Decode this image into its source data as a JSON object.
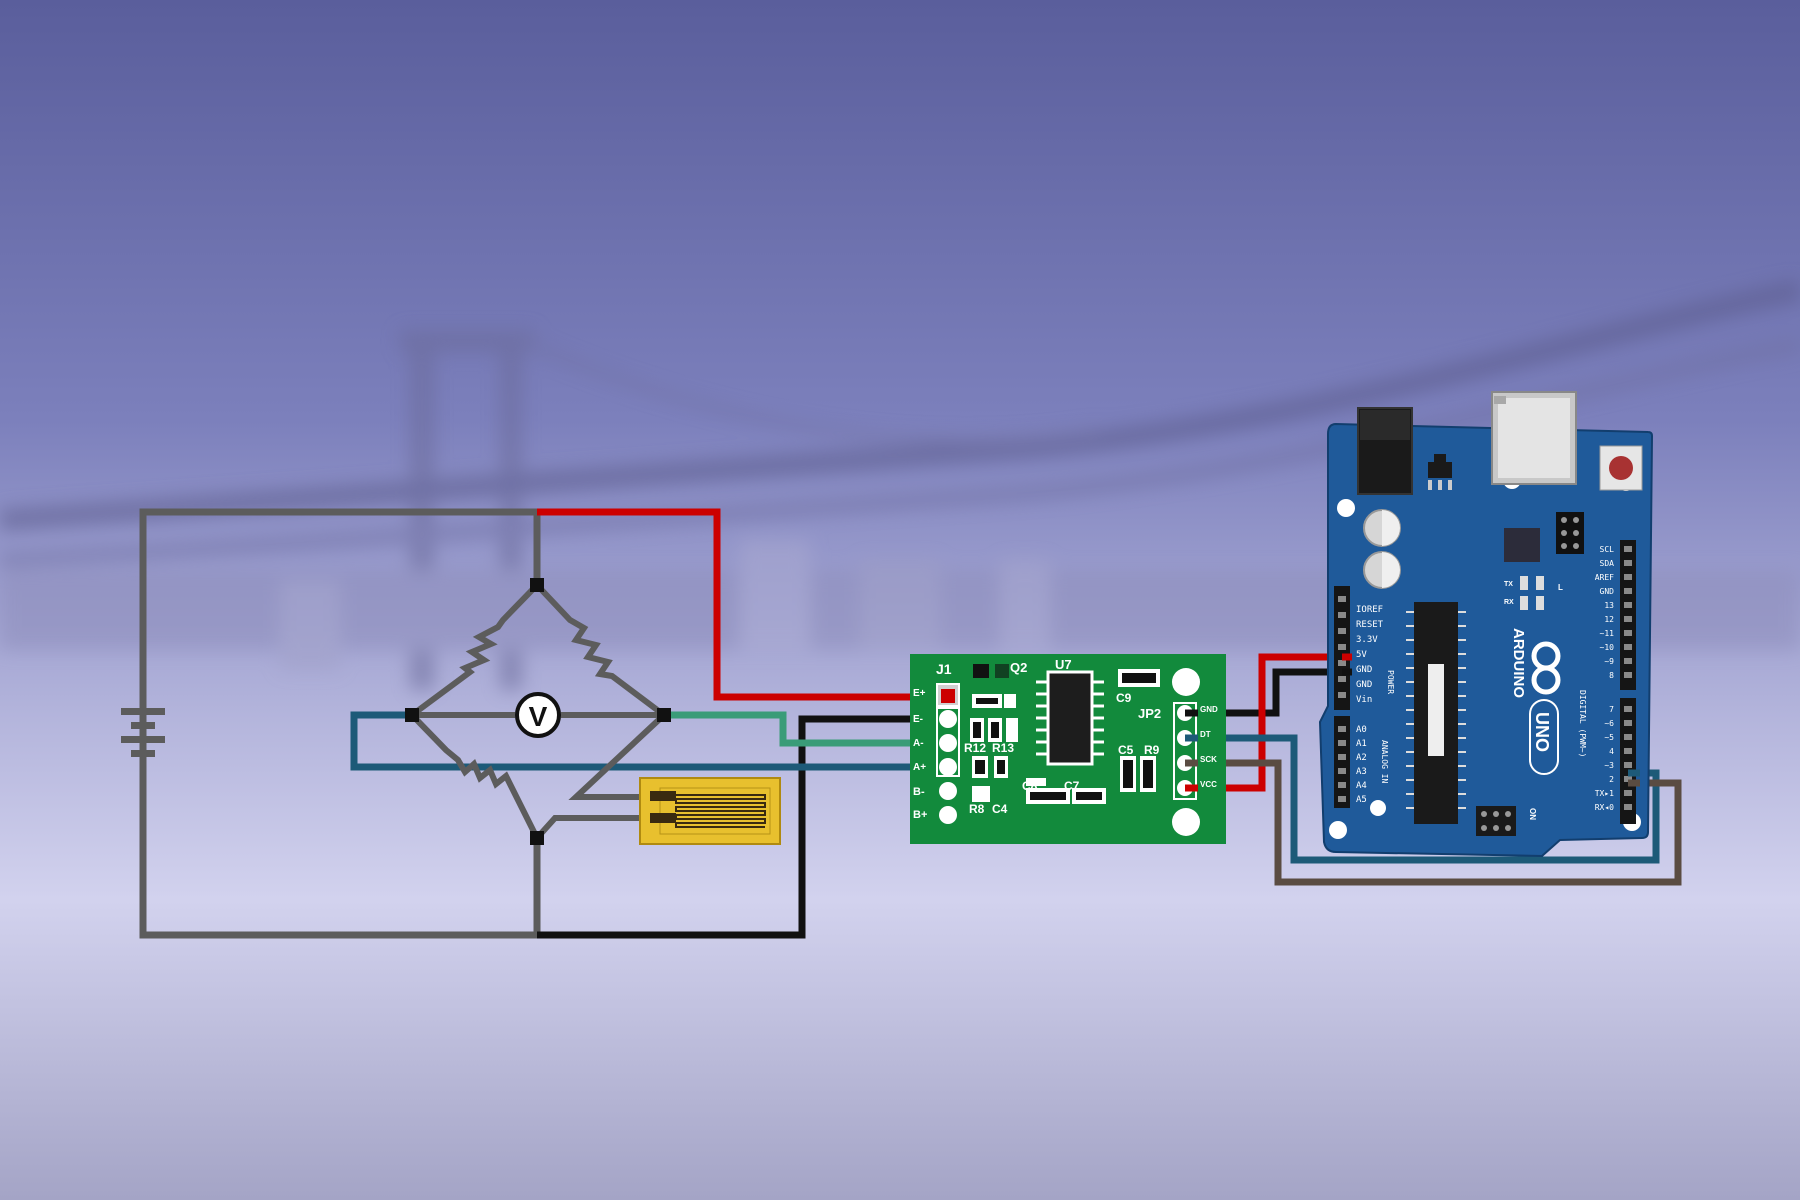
{
  "colors": {
    "wire_red": "#cc0000",
    "wire_black": "#111111",
    "wire_green": "#3a9c78",
    "wire_blue": "#1d5a78",
    "wire_gray": "#5c5c5c",
    "wire_brown": "#5a4c42",
    "hx711_board": "#128a3c",
    "arduino_board": "#1f5a9a",
    "strain_gauge": "#e8c02e"
  },
  "circuit": {
    "voltmeter_symbol": "V"
  },
  "hx711": {
    "designators": {
      "j1": "J1",
      "jp2": "JP2",
      "q2": "Q2",
      "u7": "U7",
      "r12": "R12",
      "r13": "R13",
      "r8": "R8",
      "c4": "C4",
      "c8": "C8",
      "c7": "C7",
      "c5": "C5",
      "r9": "R9",
      "c9": "C9"
    },
    "left_pins": [
      "E+",
      "E-",
      "A-",
      "A+",
      "B-",
      "B+"
    ],
    "right_pins": [
      "GND",
      "DT",
      "SCK",
      "VCC"
    ]
  },
  "arduino": {
    "brand": "ARDUINO",
    "model": "UNO",
    "power_header_title": "POWER",
    "power_pins": [
      "IOREF",
      "RESET",
      "3.3V",
      "5V",
      "GND",
      "GND",
      "Vin"
    ],
    "analog_header_title": "ANALOG IN",
    "analog_pins": [
      "A0",
      "A1",
      "A2",
      "A3",
      "A4",
      "A5"
    ],
    "top_right_pins": [
      "SCL",
      "SDA",
      "AREF",
      "GND",
      "13",
      "12",
      "~11",
      "~10",
      "~9",
      "8"
    ],
    "lower_right_pins": [
      "7",
      "~6",
      "~5",
      "4",
      "~3",
      "2",
      "TX▸1",
      "RX◂0"
    ],
    "digital_title": "DIGITAL (PWM~)",
    "on_label": "ON",
    "l_label": "L",
    "tx_label": "TX",
    "rx_label": "RX"
  }
}
